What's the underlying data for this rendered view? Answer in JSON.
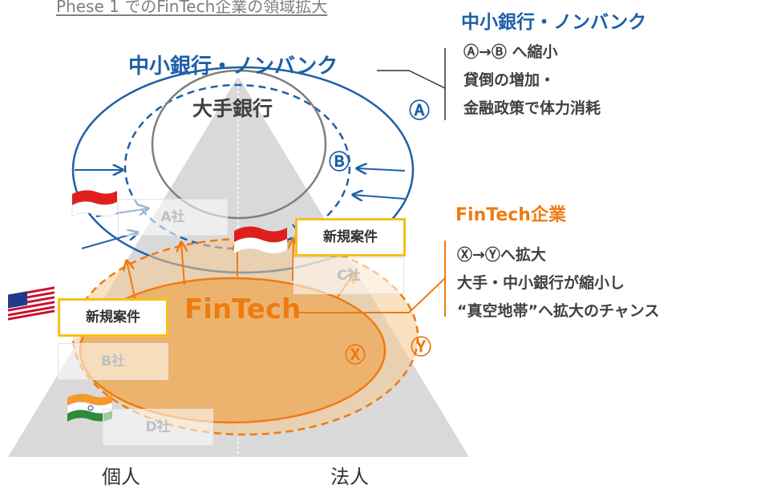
{
  "title": "Phese 1 でのFinTech企業の領域拡大",
  "diagram": {
    "small_bank_label": "中小銀行・ノンバンク",
    "major_bank_label": "大手銀行",
    "fintech_label": "FinTech",
    "marker_a": "Ⓐ",
    "marker_b": "Ⓑ",
    "marker_x": "Ⓧ",
    "marker_y": "Ⓨ",
    "companies": [
      "A社",
      "B社",
      "C社",
      "D社"
    ],
    "new_case_label": "新規案件",
    "axis_left": "個人",
    "axis_right": "法人",
    "flags": [
      "indonesia-flag-icon",
      "us-flag-icon",
      "india-flag-icon",
      "indonesia-flag-icon"
    ]
  },
  "right_panel": {
    "bank_heading": "中小銀行・ノンバンク",
    "bank_marker": "Ⓐ",
    "bank_notes": [
      "Ⓐ→Ⓑ へ縮小",
      "貸倒の増加・",
      "金融政策で体力消耗"
    ],
    "fintech_heading": "FinTech企業",
    "fintech_notes": [
      "Ⓧ→Ⓨへ拡大",
      "大手・中小銀行が縮小し",
      "“真空地帯”へ拡大のチャンス"
    ]
  },
  "colors": {
    "blue": "#1f5fa8",
    "orange": "#ee7b10",
    "triangle": "#d9d9d9",
    "fintech_fill": "#f3b061"
  }
}
